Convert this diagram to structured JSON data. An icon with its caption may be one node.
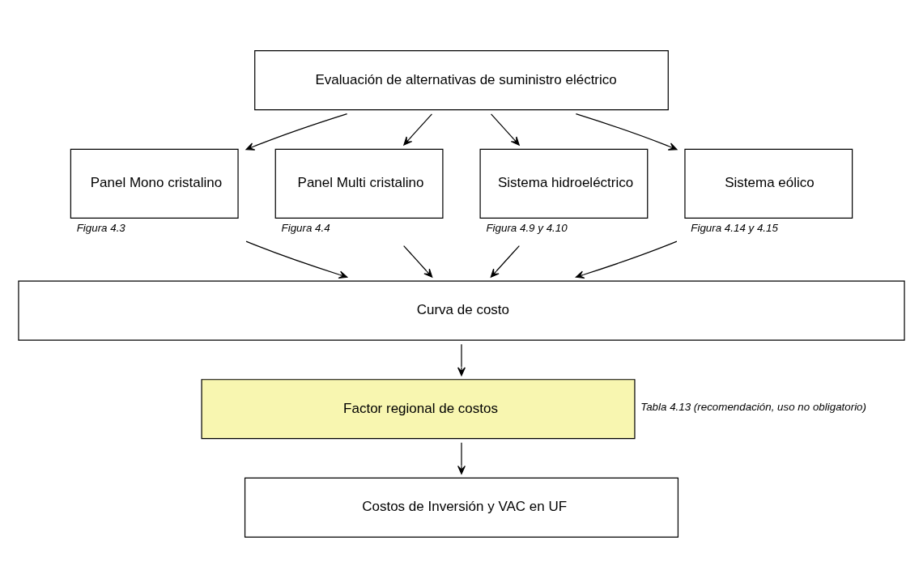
{
  "diagram": {
    "nodes": [
      {
        "text": [
          "Evaluación de alternativas de suministro eléctrico"
        ]
      },
      {
        "text": [
          "Panel Mono cristalino"
        ],
        "beside": [
          "Figura 4.3"
        ]
      },
      {
        "text": [
          "Panel Multi cristalino"
        ],
        "beside": [
          "Figura 4.4"
        ]
      },
      {
        "text": [
          "Sistema hidroeléctrico"
        ],
        "beside": [
          "Figura 4.9 y 4.10"
        ]
      },
      {
        "text": [
          "Sistema eólico"
        ],
        "beside": [
          "Figura 4.14 y 4.15"
        ]
      },
      {
        "text": [
          "Curva de costo"
        ]
      },
      {
        "text": [
          "Factor regional de costos"
        ],
        "beside": [
          "Tabla 4.13 (recomendación, uso no obligatorio)"
        ]
      },
      {
        "text": [
          "Costos de Inversión y VAC en UF"
        ]
      }
    ],
    "edges": [
      {
        "from": 0,
        "to": 1,
        "arrow": "to"
      },
      {
        "from": 0,
        "to": 2,
        "arrow": "to"
      },
      {
        "from": 0,
        "to": 3,
        "arrow": "to"
      },
      {
        "from": 0,
        "to": 4,
        "arrow": "to"
      },
      {
        "from": 1,
        "to": 5,
        "arrow": "to"
      },
      {
        "from": 2,
        "to": 5,
        "arrow": "to"
      },
      {
        "from": 3,
        "to": 5,
        "arrow": "to"
      },
      {
        "from": 4,
        "to": 5,
        "arrow": "to"
      },
      {
        "from": 5,
        "to": 6,
        "arrow": "to"
      },
      {
        "from": 6,
        "to": 7,
        "arrow": "to"
      }
    ]
  }
}
